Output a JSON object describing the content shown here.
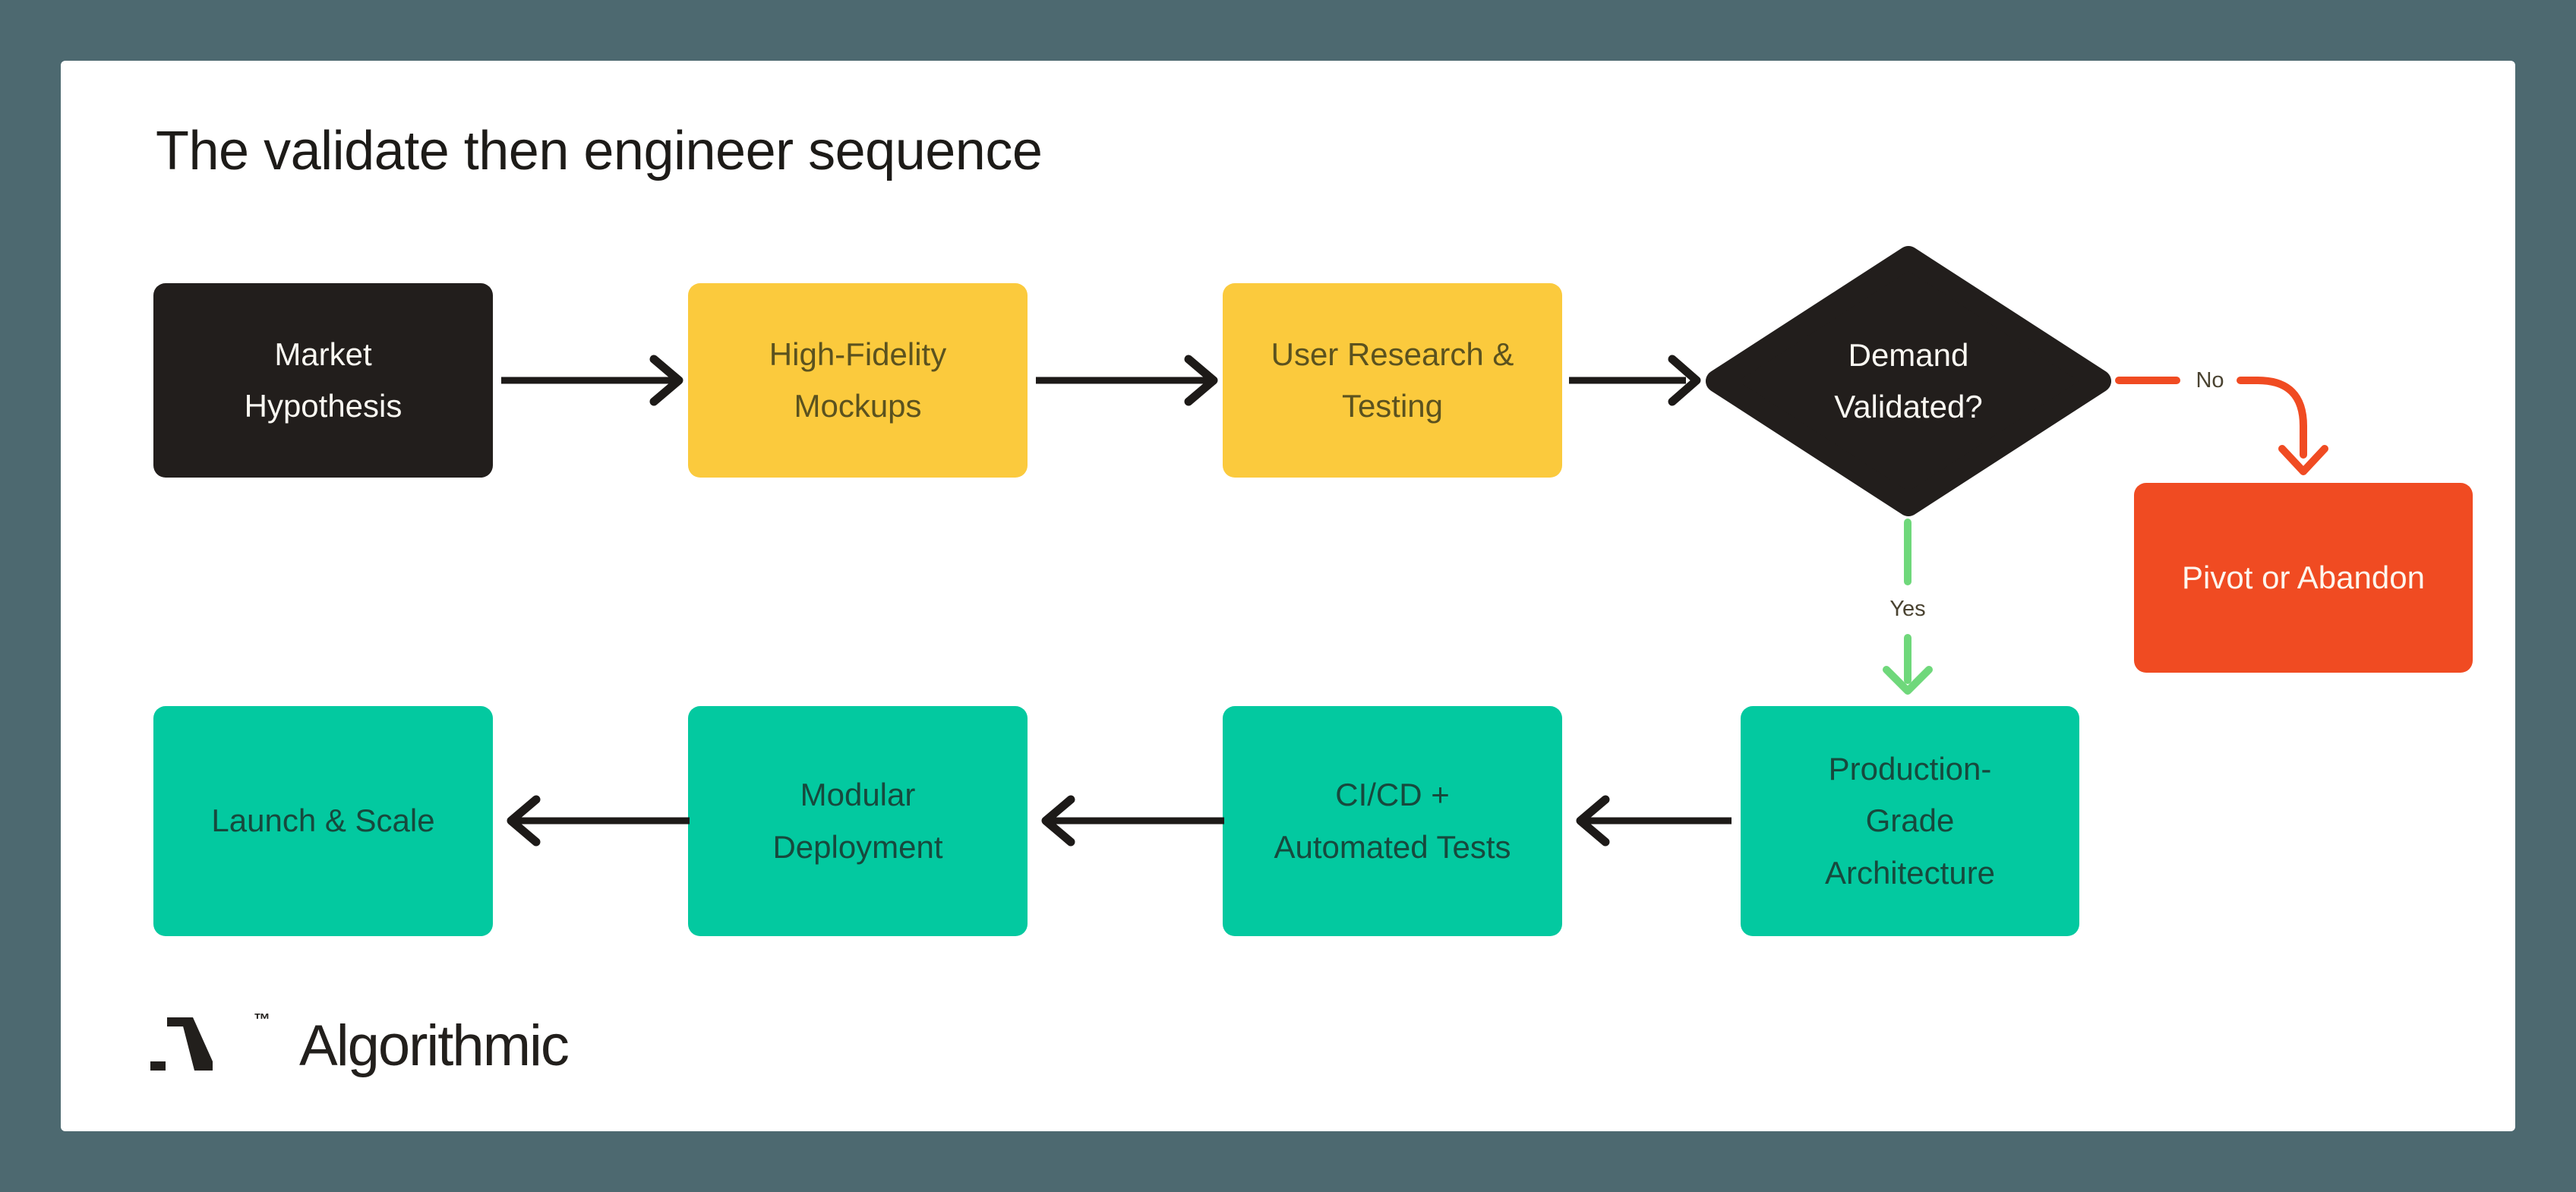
{
  "title": "The validate then engineer sequence",
  "flowchart": {
    "nodes": {
      "market": {
        "label": "Market Hypothesis",
        "lines": [
          "Market",
          "Hypothesis"
        ],
        "shape": "rectangle",
        "fill": "#221E1C",
        "text_color": "#FAF8F2"
      },
      "mockups": {
        "label": "High-Fidelity Mockups",
        "lines": [
          "High-Fidelity",
          "Mockups"
        ],
        "shape": "rectangle",
        "fill": "#FBCA3D",
        "text_color": "#5B521F"
      },
      "research": {
        "label": "User Research & Testing",
        "lines": [
          "User Research &",
          "Testing"
        ],
        "shape": "rectangle",
        "fill": "#FBCA3D",
        "text_color": "#5B521F"
      },
      "decision": {
        "label": "Demand Validated?",
        "lines": [
          "Demand",
          "Validated?"
        ],
        "shape": "diamond",
        "fill": "#221E1C",
        "text_color": "#FAF8F2"
      },
      "pivot": {
        "label": "Pivot or Abandon",
        "lines": [
          "Pivot or Abandon"
        ],
        "shape": "rectangle",
        "fill": "#F04B22",
        "text_color": "#FDF6EE"
      },
      "architecture": {
        "label": "Production-Grade Architecture",
        "lines": [
          "Production-",
          "Grade",
          "Architecture"
        ],
        "shape": "rectangle",
        "fill": "#03C9A0",
        "text_color": "#17493D"
      },
      "cicd": {
        "label": "CI/CD + Automated Tests",
        "lines": [
          "CI/CD +",
          "Automated Tests"
        ],
        "shape": "rectangle",
        "fill": "#03C9A0",
        "text_color": "#17493D"
      },
      "deployment": {
        "label": "Modular Deployment",
        "lines": [
          "Modular",
          "Deployment"
        ],
        "shape": "rectangle",
        "fill": "#03C9A0",
        "text_color": "#17493D"
      },
      "launch": {
        "label": "Launch & Scale",
        "lines": [
          "Launch & Scale"
        ],
        "shape": "rectangle",
        "fill": "#03C9A0",
        "text_color": "#17493D"
      }
    },
    "edge_labels": {
      "no": "No",
      "yes": "Yes"
    },
    "connections": [
      {
        "from": "market",
        "to": "mockups",
        "color": "#1D1A18",
        "label": ""
      },
      {
        "from": "mockups",
        "to": "research",
        "color": "#1D1A18",
        "label": ""
      },
      {
        "from": "research",
        "to": "decision",
        "color": "#1D1A18",
        "label": ""
      },
      {
        "from": "decision",
        "to": "pivot",
        "color": "#F04B22",
        "label": "No"
      },
      {
        "from": "decision",
        "to": "architecture",
        "color": "#6FD87B",
        "label": "Yes"
      },
      {
        "from": "architecture",
        "to": "cicd",
        "color": "#1D1A18",
        "label": ""
      },
      {
        "from": "cicd",
        "to": "deployment",
        "color": "#1D1A18",
        "label": ""
      },
      {
        "from": "deployment",
        "to": "launch",
        "color": "#1D1A18",
        "label": ""
      }
    ]
  },
  "logo": {
    "text": "Algorithmic",
    "trademark": "™"
  },
  "colors": {
    "page_background": "#4D6970",
    "card_background": "#FFFFFF",
    "title_text": "#1D1B18",
    "node_dark": "#221E1C",
    "node_yellow": "#FBCA3D",
    "node_teal": "#03C9A0",
    "node_red": "#F04B22",
    "arrow_black": "#1D1A18",
    "arrow_red": "#F04B22",
    "arrow_green": "#6FD87B",
    "edge_label_text": "#4A4331"
  }
}
